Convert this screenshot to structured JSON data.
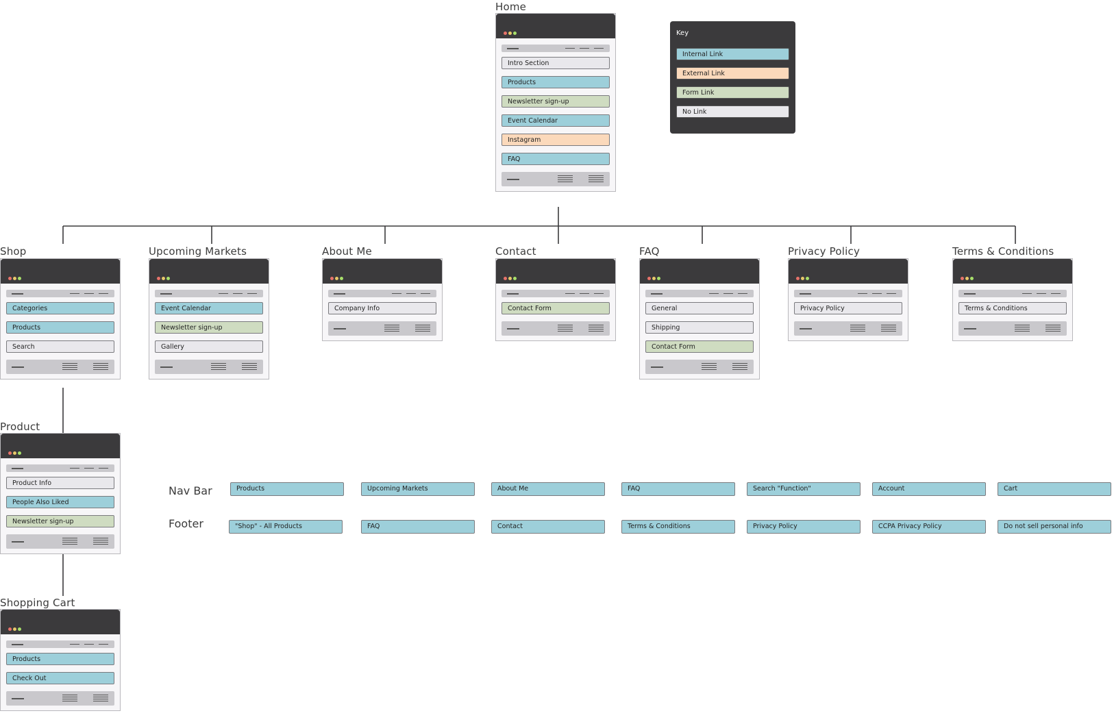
{
  "colors": {
    "internal": "#9dcfda",
    "external": "#fbd9bb",
    "form": "#cfdcc1",
    "nolink": "#e9e8ec",
    "window_header": "#3b3a3c"
  },
  "key": {
    "title": "Key",
    "items": [
      {
        "label": "Internal Link",
        "type": "internal"
      },
      {
        "label": "External Link",
        "type": "external"
      },
      {
        "label": "Form Link",
        "type": "form"
      },
      {
        "label": "No Link",
        "type": "nolink"
      }
    ]
  },
  "pages": {
    "home": {
      "title": "Home",
      "sections": [
        {
          "label": "Intro Section",
          "type": "nolink"
        },
        {
          "label": "Products",
          "type": "internal"
        },
        {
          "label": "Newsletter sign-up",
          "type": "form"
        },
        {
          "label": "Event Calendar",
          "type": "internal"
        },
        {
          "label": "Instagram",
          "type": "external"
        },
        {
          "label": "FAQ",
          "type": "internal"
        }
      ]
    },
    "shop": {
      "title": "Shop",
      "sections": [
        {
          "label": "Categories",
          "type": "internal"
        },
        {
          "label": "Products",
          "type": "internal"
        },
        {
          "label": "Search",
          "type": "nolink"
        }
      ]
    },
    "upcoming_markets": {
      "title": "Upcoming Markets",
      "sections": [
        {
          "label": "Event Calendar",
          "type": "internal"
        },
        {
          "label": "Newsletter sign-up",
          "type": "form"
        },
        {
          "label": "Gallery",
          "type": "nolink"
        }
      ]
    },
    "about_me": {
      "title": "About Me",
      "sections": [
        {
          "label": "Company Info",
          "type": "nolink"
        }
      ]
    },
    "contact": {
      "title": "Contact",
      "sections": [
        {
          "label": "Contact Form",
          "type": "form"
        }
      ]
    },
    "faq": {
      "title": "FAQ",
      "sections": [
        {
          "label": "General",
          "type": "nolink"
        },
        {
          "label": "Shipping",
          "type": "nolink"
        },
        {
          "label": "Contact Form",
          "type": "form"
        }
      ]
    },
    "privacy_policy": {
      "title": "Privacy Policy",
      "sections": [
        {
          "label": "Privacy Policy",
          "type": "nolink"
        }
      ]
    },
    "terms_conditions": {
      "title": "Terms & Conditions",
      "sections": [
        {
          "label": "Terms & Conditions",
          "type": "nolink"
        }
      ]
    },
    "product": {
      "title": "Product",
      "sections": [
        {
          "label": "Product Info",
          "type": "nolink"
        },
        {
          "label": "People Also Liked",
          "type": "internal"
        },
        {
          "label": "Newsletter sign-up",
          "type": "form"
        }
      ]
    },
    "shopping_cart": {
      "title": "Shopping Cart",
      "sections": [
        {
          "label": "Products",
          "type": "internal"
        },
        {
          "label": "Check Out",
          "type": "internal"
        }
      ]
    }
  },
  "nav_bar": {
    "label": "Nav Bar",
    "items": [
      "Products",
      "Upcoming Markets",
      "About Me",
      "FAQ",
      "Search \"Function\"",
      "Account",
      "Cart"
    ]
  },
  "footer": {
    "label": "Footer",
    "items": [
      "\"Shop\" - All Products",
      "FAQ",
      "Contact",
      "Terms & Conditions",
      "Privacy Policy",
      "CCPA Privacy Policy",
      "Do not sell personal info"
    ]
  }
}
